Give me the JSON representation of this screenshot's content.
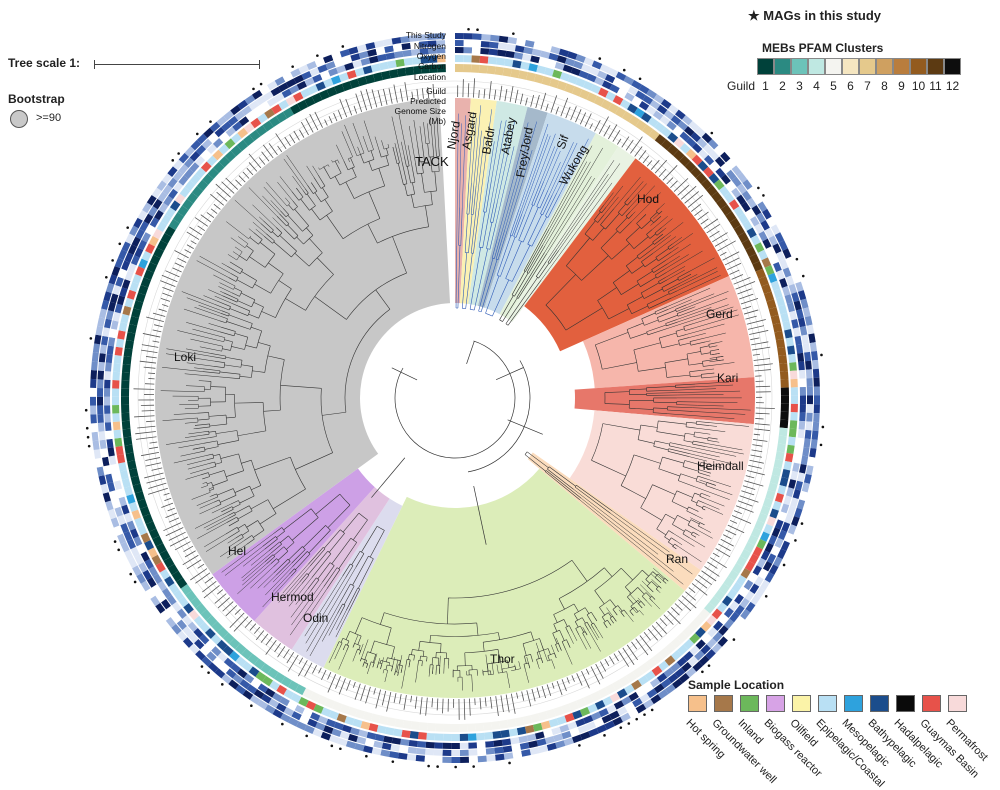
{
  "legend": {
    "tree_scale": {
      "label": "Tree scale 1:"
    },
    "bootstrap": {
      "title": "Bootstrap",
      "label": ">=90"
    },
    "mags": {
      "star": "★",
      "label": "MAGs in this study"
    },
    "pfam": {
      "title": "MEBs PFAM Clusters",
      "guild_label": "Guild",
      "guilds": [
        {
          "n": "1",
          "color": "#00413a"
        },
        {
          "n": "2",
          "color": "#2b8a82"
        },
        {
          "n": "3",
          "color": "#6cc3b9"
        },
        {
          "n": "4",
          "color": "#bfe8e2"
        },
        {
          "n": "5",
          "color": "#f4f4f0"
        },
        {
          "n": "6",
          "color": "#f5e6c1"
        },
        {
          "n": "7",
          "color": "#e5c98c"
        },
        {
          "n": "8",
          "color": "#cfa060"
        },
        {
          "n": "9",
          "color": "#b97d3d"
        },
        {
          "n": "10",
          "color": "#935b1f"
        },
        {
          "n": "11",
          "color": "#5c3a12"
        },
        {
          "n": "12",
          "color": "#0d0d0d"
        }
      ]
    },
    "sample_location": {
      "title": "Sample Location",
      "items": [
        {
          "label": "Hot spring",
          "color": "#f6c08b"
        },
        {
          "label": "Groundwater well",
          "color": "#a6784a"
        },
        {
          "label": "Inland",
          "color": "#6cb85b"
        },
        {
          "label": "Biogass reactor",
          "color": "#d7a3e6"
        },
        {
          "label": "Oilfield",
          "color": "#fbf3a8"
        },
        {
          "label": "Epipelagic/Coastal",
          "color": "#b9e0f4"
        },
        {
          "label": "Mesopelagic",
          "color": "#2ea2dd"
        },
        {
          "label": "Bathypelagic",
          "color": "#1b4d8c"
        },
        {
          "label": "Hadalpelagic",
          "color": "#0a0a0a"
        },
        {
          "label": "Guaymas Basin",
          "color": "#e7524a"
        },
        {
          "label": "Permafrost",
          "color": "#f8dada"
        }
      ]
    }
  },
  "track_labels": [
    "This Study",
    "Nitrogen",
    "Oxygen",
    "Carbon",
    "Location",
    "Guild",
    "Predicted",
    "Genome Size",
    "(Mb)"
  ],
  "clades": [
    {
      "name": "TACK",
      "start": -2,
      "end": 2,
      "color": "#ffffff",
      "inner": 0.92
    },
    {
      "name": "Njord",
      "start": 0,
      "end": 3,
      "color": "#e9b2ad"
    },
    {
      "name": "Asgard",
      "start": 3,
      "end": 8,
      "color": "#fbf1b3"
    },
    {
      "name": "Baldr",
      "start": 8,
      "end": 14,
      "color": "#cfe9e4"
    },
    {
      "name": "Atabey",
      "start": 14,
      "end": 18,
      "color": "#a5b9cb"
    },
    {
      "name": "Frey/Jord",
      "start": 18,
      "end": 28,
      "color": "#c7dcec"
    },
    {
      "name": "Sif",
      "start": 28,
      "end": 33,
      "color": "#e3f1da"
    },
    {
      "name": "Wukong",
      "start": 33,
      "end": 37,
      "color": "#e9f3e3"
    },
    {
      "name": "Hod",
      "start": 37,
      "end": 66,
      "color": "#e2603e"
    },
    {
      "name": "Gerd",
      "start": 66,
      "end": 86,
      "color": "#f6b6ab"
    },
    {
      "name": "Kari",
      "start": 86,
      "end": 95,
      "color": "#e7776a"
    },
    {
      "name": "Heimdall",
      "start": 95,
      "end": 125,
      "color": "#f9dcd7"
    },
    {
      "name": "Ran",
      "start": 125,
      "end": 130,
      "color": "#fbdcbd"
    },
    {
      "name": "Thor",
      "start": 130,
      "end": 206,
      "color": "#dcedb9"
    },
    {
      "name": "Odin",
      "start": 206,
      "end": 213,
      "color": "#dcdcee"
    },
    {
      "name": "Hermod",
      "start": 213,
      "end": 222,
      "color": "#e0c1df"
    },
    {
      "name": "Hel",
      "start": 222,
      "end": 234,
      "color": "#cda0e6"
    },
    {
      "name": "Loki",
      "start": 234,
      "end": 357,
      "color": "#c7c7c7"
    }
  ]
}
